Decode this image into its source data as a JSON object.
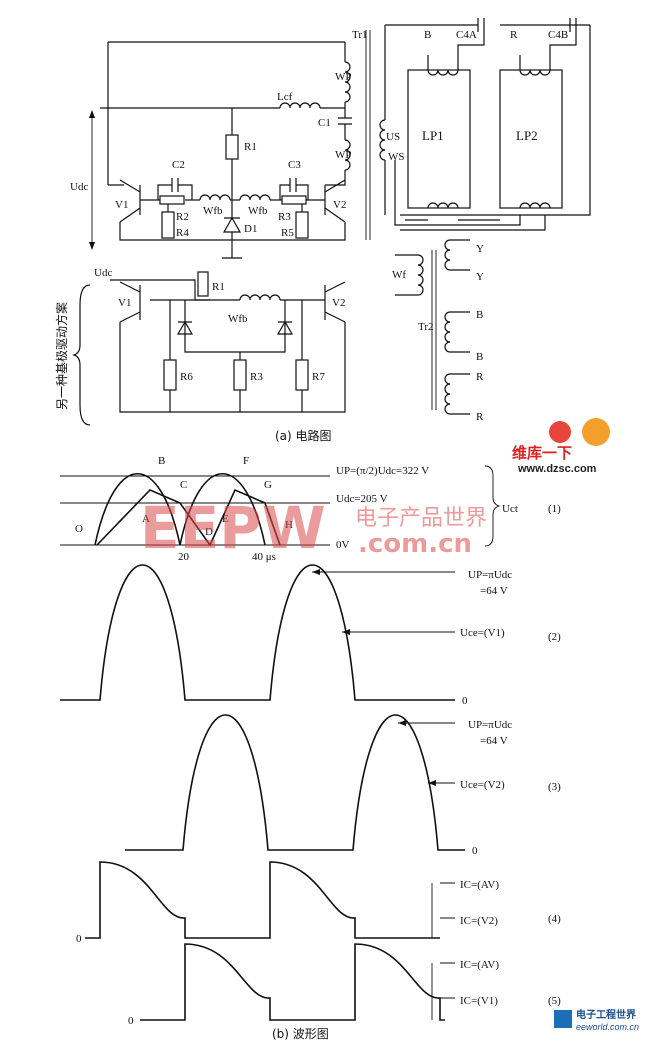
{
  "circuit": {
    "caption": "(a) 电路图",
    "alt_label": "另一种基极驱动方案",
    "labels": {
      "Tr1": "Tr1",
      "Tr2": "Tr2",
      "Wp": "WP",
      "Ws": "WS",
      "Us": "US",
      "Wf": "Wf",
      "Lcf": "Lcf",
      "C1": "C1",
      "C2": "C2",
      "C3": "C3",
      "C4A": "C4A",
      "C4B": "C4B",
      "R1": "R1",
      "R2": "R2",
      "R3": "R3",
      "R4": "R4",
      "R5": "R5",
      "R6": "R6",
      "R7": "R7",
      "D1": "D1",
      "Wfb": "Wfb",
      "V1": "V1",
      "V2": "V2",
      "Udc": "Udc",
      "LP1": "LP1",
      "LP2": "LP2",
      "B": "B",
      "R": "R",
      "Y": "Y"
    }
  },
  "waveforms": {
    "caption": "(b) 波形图",
    "w1": {
      "up_label": "UP=(π/2)Udc=322 V",
      "udc_label": "Udc=205 V",
      "zero_label": "0V",
      "uct_label": "Uct",
      "tick_20": "20",
      "tick_40": "40 μs",
      "points": [
        "O",
        "A",
        "B",
        "C",
        "D",
        "E",
        "F",
        "G",
        "H"
      ],
      "index": "(1)"
    },
    "w2": {
      "up_label": "UP=πUdc",
      "up_value": "=64 V",
      "curve_label": "Uce=(V1)",
      "zero": "0",
      "index": "(2)"
    },
    "w3": {
      "up_label": "UP=πUdc",
      "up_value": "=64 V",
      "curve_label": "Uce=(V2)",
      "zero": "0",
      "index": "(3)"
    },
    "w4": {
      "label_av": "IC=(AV)",
      "label_v": "IC=(V2)",
      "zero": "0",
      "index": "(4)"
    },
    "w5": {
      "label_av": "IC=(AV)",
      "label_v": "IC=(V1)",
      "zero": "0",
      "index": "(5)"
    }
  },
  "watermarks": {
    "site": "www.dzsc.com",
    "brand": "维库一下",
    "eepw": "EEPW",
    "eepw_cn": "电子产品世界",
    "eepw_com": ".com.cn",
    "eeworld": "eeworld.com.cn",
    "eeworld_cn": "电子工程世界"
  }
}
